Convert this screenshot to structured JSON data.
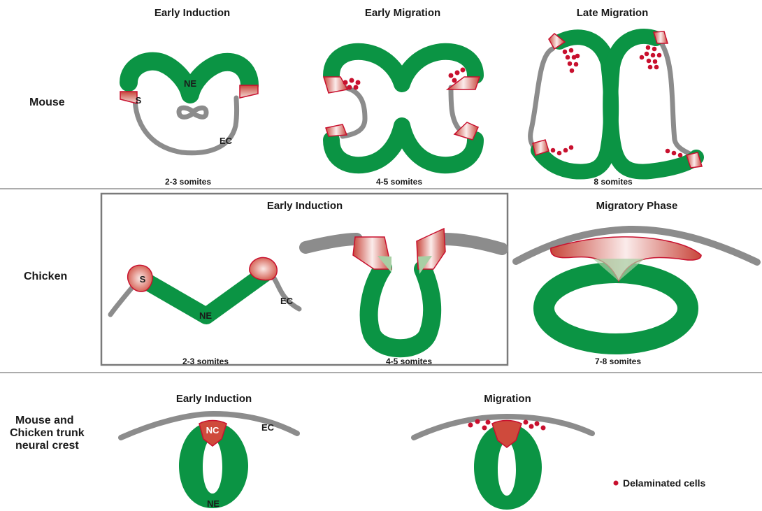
{
  "colors": {
    "neuroepithelium": "#0b9444",
    "ectoderm": "#8c8c8c",
    "neural_crest": "#c8102e",
    "delaminated_cells": "#c8102e",
    "divider": "#7a7a7a"
  },
  "rows": {
    "mouse": "Mouse",
    "chicken": "Chicken",
    "trunk": [
      "Mouse and",
      "Chicken trunk",
      "neural crest"
    ]
  },
  "mouse": {
    "stages": [
      "Early Induction",
      "Early Migration",
      "Late Migration"
    ],
    "somites": [
      "2-3 somites",
      "4-5 somites",
      "8 somites"
    ],
    "tags": {
      "ne": "NE",
      "s": "S",
      "ec": "EC"
    }
  },
  "chicken": {
    "box_title": "Early Induction",
    "phase_title": "Migratory Phase",
    "somites": [
      "2-3 somites",
      "4-5 somites",
      "7-8 somites"
    ],
    "tags": {
      "s": "S",
      "ne": "NE",
      "ec": "EC"
    }
  },
  "trunk": {
    "stages": [
      "Early Induction",
      "Migration"
    ],
    "tags": {
      "nc": "NC",
      "ec": "EC",
      "ne": "NE"
    }
  },
  "legend": {
    "delaminated": "Delaminated cells"
  }
}
